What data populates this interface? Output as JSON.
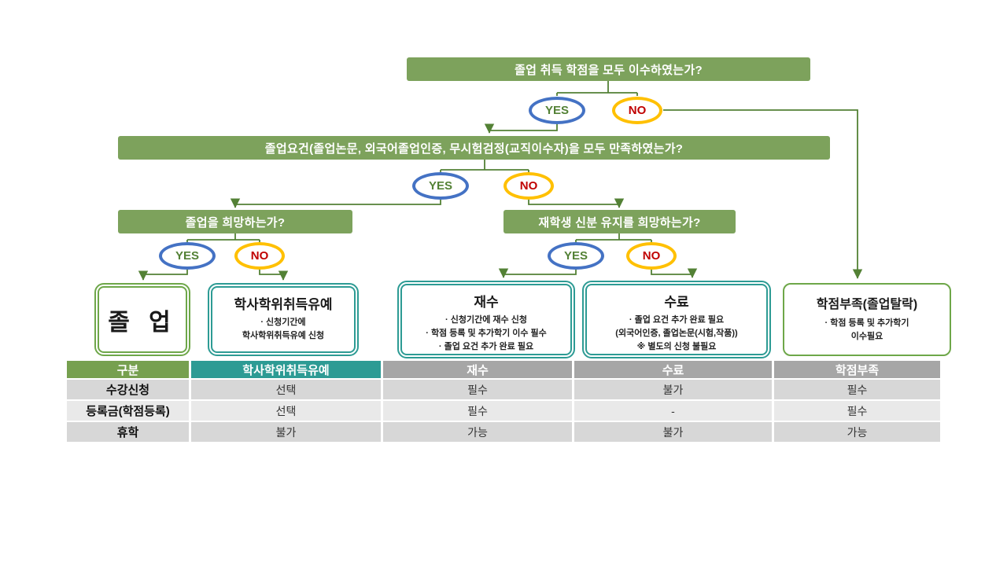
{
  "colors": {
    "bar_green": "#7da25c",
    "connector_green": "#538135",
    "yes_border_blue": "#4472c4",
    "yes_text_green": "#538135",
    "no_border_gold": "#ffc000",
    "no_text_red": "#c00000",
    "teal_border": "#2d9b94",
    "outcome_green_border": "#6ea749",
    "table_header_gray": "#a6a6a6",
    "table_row_dark": "#d7d7d7",
    "table_row_light": "#e9e9e9"
  },
  "flowchart": {
    "yes_label": "YES",
    "no_label": "NO",
    "questions": {
      "q1": "졸업 취득 학점을 모두 이수하였는가?",
      "q2": "졸업요건(졸업논문, 외국어졸업인증, 무시험검정(교직이수자)을 모두 만족하였는가?",
      "q3": "졸업을 희망하는가?",
      "q4": "재학생 신분 유지를 희망하는가?"
    },
    "outcomes": {
      "graduation": {
        "title": "졸 업"
      },
      "deferment": {
        "title": "학사학위취득유예",
        "line1": "· 신청기간에",
        "line2": "학사학위취득유예 신청"
      },
      "retake": {
        "title": "재수",
        "line1": "· 신청기간에 재수 신청",
        "line2": "· 학점 등록 및 추가학기 이수 필수",
        "line3": "· 졸업 요건 추가 완료 필요"
      },
      "completion": {
        "title": "수료",
        "line1": "· 졸업 요건 추가 완료 필요",
        "line2": "(외국어인증, 졸업논문(시험,작품))",
        "line3": "※ 별도의 신청 불필요"
      },
      "credit_shortage": {
        "title": "학점부족(졸업탈락)",
        "line1": "· 학점 등록 및 추가학기",
        "line2": "이수필요"
      }
    }
  },
  "table": {
    "headers": [
      "구분",
      "학사학위취득유예",
      "재수",
      "수료",
      "학점부족"
    ],
    "rows": [
      {
        "label": "수강신청",
        "cells": [
          "선택",
          "필수",
          "불가",
          "필수"
        ]
      },
      {
        "label": "등록금(학점등록)",
        "cells": [
          "선택",
          "필수",
          "-",
          "필수"
        ]
      },
      {
        "label": "휴학",
        "cells": [
          "불가",
          "가능",
          "불가",
          "가능"
        ]
      }
    ]
  }
}
